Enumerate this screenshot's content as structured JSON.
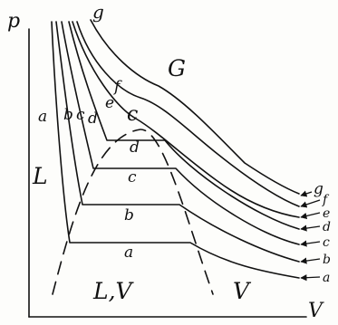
{
  "axes": {
    "y_label": "p",
    "x_label": "V"
  },
  "regions": {
    "liquid": "L",
    "gas": "G",
    "two_phase": "L,V",
    "vapor": "V"
  },
  "critical_point_label": "c",
  "isotherms": [
    {
      "top": "a",
      "right": "a"
    },
    {
      "top": "b",
      "right": "b"
    },
    {
      "top": "c",
      "right": "c"
    },
    {
      "top": "d",
      "right": "d"
    },
    {
      "top": "e",
      "right": "e"
    },
    {
      "top": "f",
      "right": "f"
    },
    {
      "top": "g",
      "right": "g"
    }
  ],
  "tie_line_labels": [
    "a",
    "b",
    "c",
    "d"
  ]
}
